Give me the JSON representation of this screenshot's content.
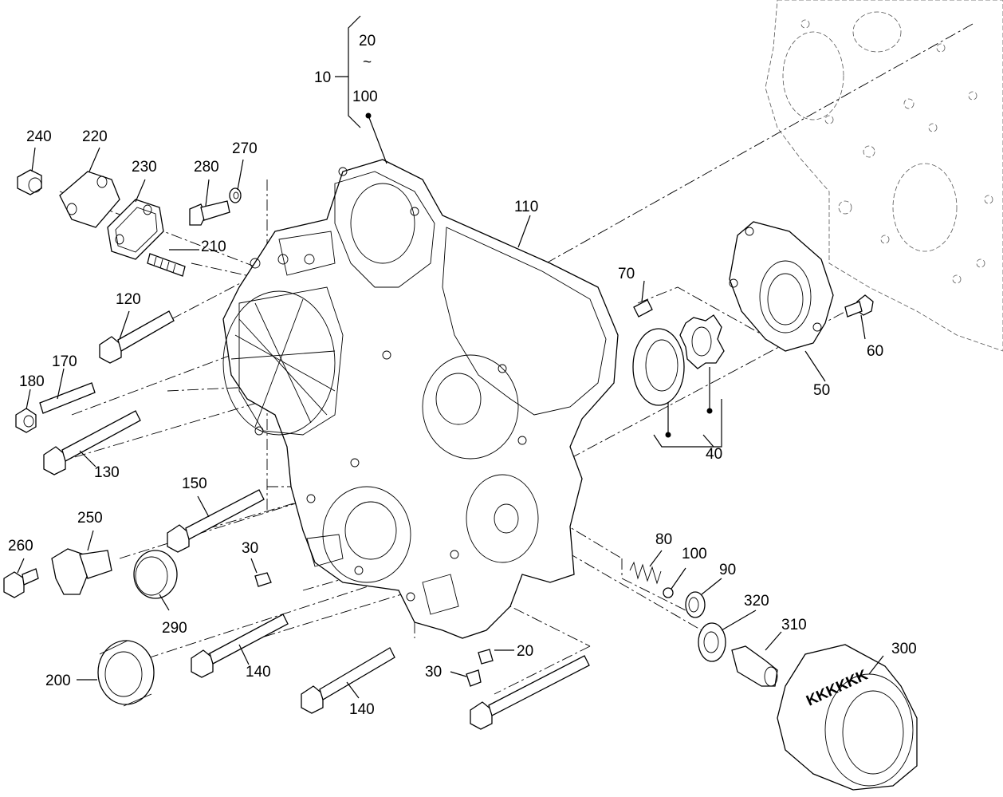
{
  "labels": {
    "l10": "10",
    "l20a": "20",
    "tilde": "~",
    "l100a": "100",
    "l240": "240",
    "l220": "220",
    "l230": "230",
    "l280": "280",
    "l270": "270",
    "l210": "210",
    "l110": "110",
    "l120": "120",
    "l170": "170",
    "l180": "180",
    "l130": "130",
    "l70": "70",
    "l60": "60",
    "l50": "50",
    "l40": "40",
    "l150": "150",
    "l250": "250",
    "l260": "260",
    "l30a": "30",
    "l290": "290",
    "l80": "80",
    "l100b": "100",
    "l90": "90",
    "l320": "320",
    "l310": "310",
    "l300": "300",
    "l200": "200",
    "l140a": "140",
    "l20b": "20",
    "l30b": "30",
    "l140b": "140"
  },
  "filter_text": "KKKKKK"
}
